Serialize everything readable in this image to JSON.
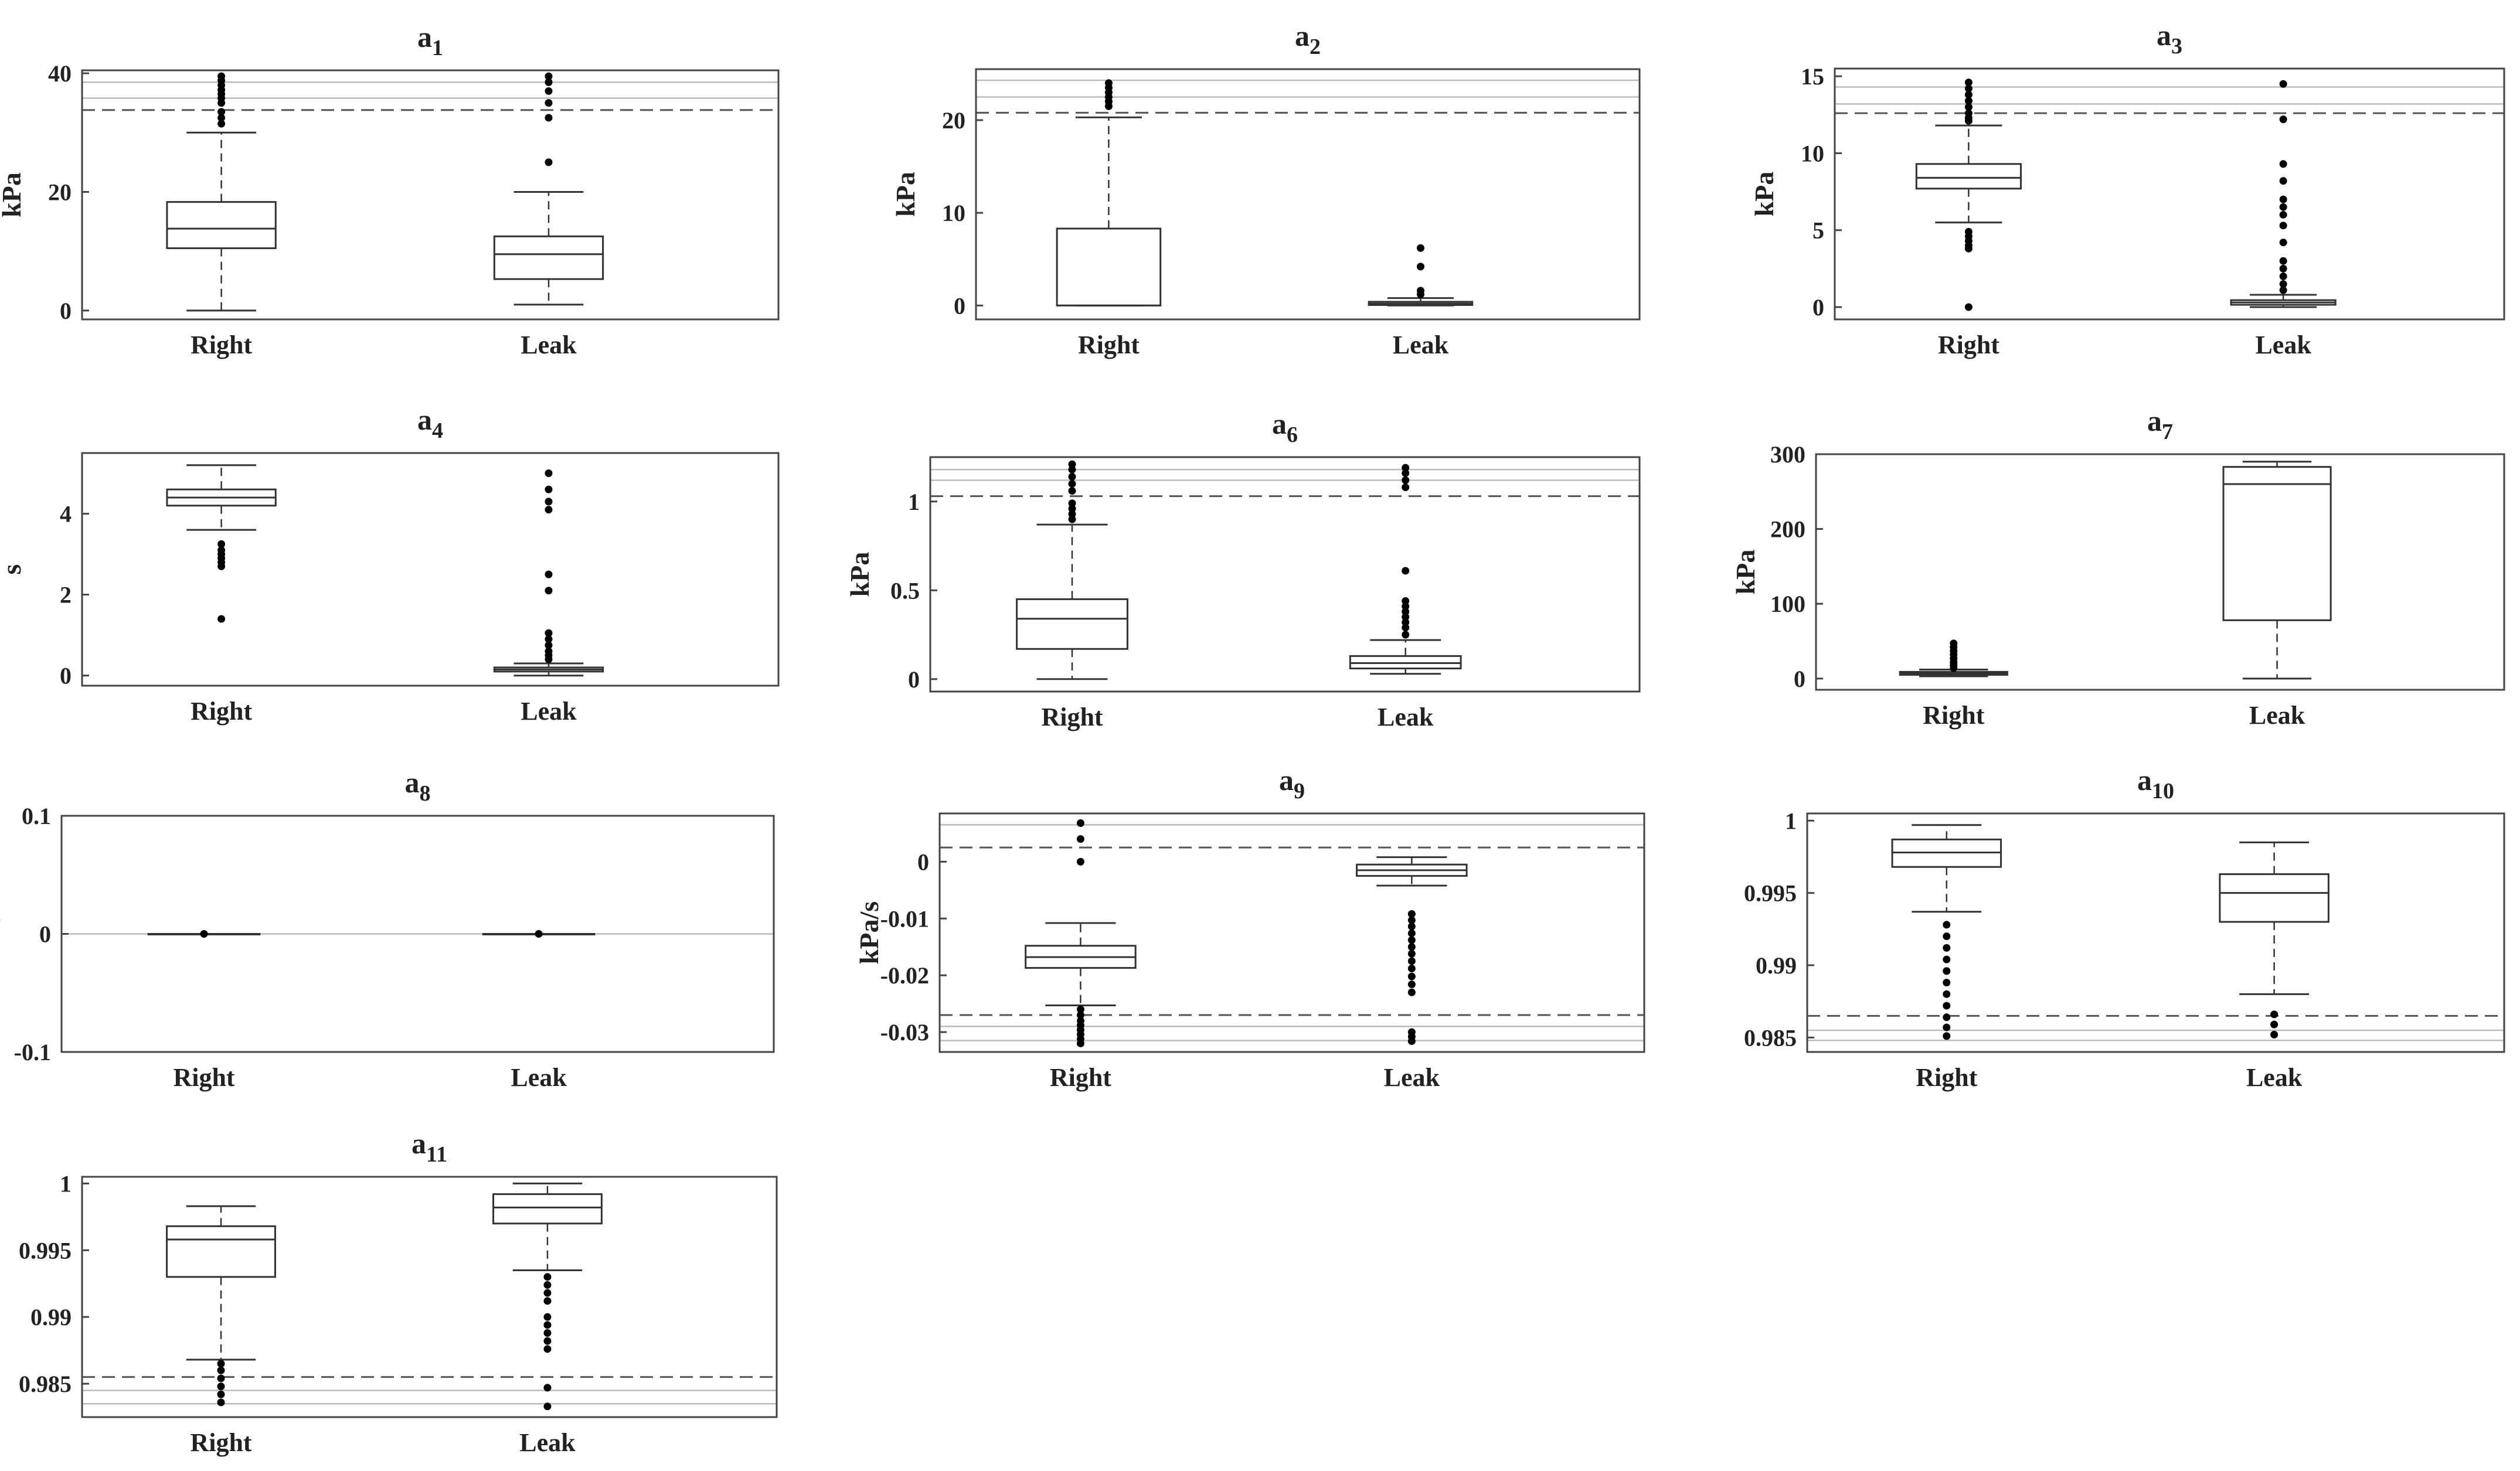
{
  "colors": {
    "frame": "#444444",
    "box": "#333333",
    "outlier": "#000000",
    "threshold": "#555555",
    "limit": "#bbbbbb"
  },
  "chart_data": [
    {
      "type": "box",
      "title_main": "a",
      "title_sub": "1",
      "ylabel": "kPa",
      "categories": [
        "Right",
        "Leak"
      ],
      "ylim": [
        -1.5,
        40.5
      ],
      "yticks": [
        0,
        20,
        40
      ],
      "ytick_labels": [
        "0",
        "20",
        "40"
      ],
      "threshold_lines": [
        33.8
      ],
      "limit_lines": [
        35.8,
        38.5
      ],
      "boxes": [
        {
          "q1": 10.5,
          "median": 13.8,
          "q3": 18.3,
          "whisker_low": 0,
          "whisker_high": 30,
          "outliers": [
            31.5,
            32.5,
            33.5,
            35,
            35.8,
            36.5,
            37.2,
            38,
            38.8,
            39.5
          ]
        },
        {
          "q1": 5.3,
          "median": 9.5,
          "q3": 12.5,
          "whisker_low": 1,
          "whisker_high": 20,
          "outliers": [
            25,
            32.5,
            35,
            37,
            38.5,
            39.5
          ]
        }
      ]
    },
    {
      "type": "box",
      "title_main": "a",
      "title_sub": "2",
      "ylabel": "kPa",
      "categories": [
        "Right",
        "Leak"
      ],
      "ylim": [
        -1.5,
        25.5
      ],
      "yticks": [
        0,
        10,
        20
      ],
      "ytick_labels": [
        "0",
        "10",
        "20"
      ],
      "threshold_lines": [
        20.8
      ],
      "limit_lines": [
        22.5,
        24.3
      ],
      "boxes": [
        {
          "q1": 0,
          "median": 0,
          "q3": 8.3,
          "whisker_low": 0,
          "whisker_high": 20.3,
          "outliers": [
            21.5,
            22,
            22.5,
            23,
            23.5,
            24
          ]
        },
        {
          "q1": 0.05,
          "median": 0.2,
          "q3": 0.4,
          "whisker_low": 0,
          "whisker_high": 0.8,
          "outliers": [
            1.2,
            1.6,
            4.2,
            6.2
          ]
        }
      ]
    },
    {
      "type": "box",
      "title_main": "a",
      "title_sub": "3",
      "ylabel": "kPa",
      "categories": [
        "Right",
        "Leak"
      ],
      "ylim": [
        -0.8,
        15.5
      ],
      "yticks": [
        0,
        5,
        10,
        15
      ],
      "ytick_labels": [
        "0",
        "5",
        "10",
        "15"
      ],
      "threshold_lines": [
        12.6
      ],
      "limit_lines": [
        13.2,
        14.3
      ],
      "boxes": [
        {
          "q1": 7.7,
          "median": 8.4,
          "q3": 9.3,
          "whisker_low": 5.5,
          "whisker_high": 11.8,
          "outliers": [
            0,
            3.8,
            4,
            4.3,
            4.6,
            4.9,
            12.1,
            12.3,
            12.6,
            13,
            13.4,
            13.8,
            14.2,
            14.6
          ]
        },
        {
          "q1": 0.15,
          "median": 0.3,
          "q3": 0.45,
          "whisker_low": 0,
          "whisker_high": 0.8,
          "outliers": [
            1.1,
            1.5,
            2,
            2.5,
            3,
            4.2,
            5.3,
            6,
            6.5,
            7,
            8.2,
            9.3,
            12.2,
            14.5
          ]
        }
      ]
    },
    {
      "type": "box",
      "title_main": "a",
      "title_sub": "4",
      "ylabel": "s",
      "categories": [
        "Right",
        "Leak"
      ],
      "ylim": [
        -0.25,
        5.5
      ],
      "yticks": [
        0,
        2,
        4
      ],
      "ytick_labels": [
        "0",
        "2",
        "4"
      ],
      "threshold_lines": [],
      "limit_lines": [],
      "boxes": [
        {
          "q1": 4.2,
          "median": 4.4,
          "q3": 4.6,
          "whisker_low": 3.6,
          "whisker_high": 5.2,
          "outliers": [
            1.4,
            2.7,
            2.8,
            2.9,
            3,
            3.1,
            3.25
          ]
        },
        {
          "q1": 0.1,
          "median": 0.15,
          "q3": 0.2,
          "whisker_low": 0,
          "whisker_high": 0.3,
          "outliers": [
            0.4,
            0.5,
            0.6,
            0.75,
            0.9,
            1.05,
            2.1,
            2.5,
            4.1,
            4.3,
            4.6,
            5
          ]
        }
      ]
    },
    {
      "type": "box",
      "title_main": "a",
      "title_sub": "6",
      "ylabel": "kPa",
      "categories": [
        "Right",
        "Leak"
      ],
      "ylim": [
        -0.07,
        1.25
      ],
      "yticks": [
        0,
        0.5,
        1
      ],
      "ytick_labels": [
        "0",
        "0.5",
        "1"
      ],
      "threshold_lines": [
        1.03
      ],
      "limit_lines": [
        1.12,
        1.18
      ],
      "boxes": [
        {
          "q1": 0.17,
          "median": 0.34,
          "q3": 0.45,
          "whisker_low": 0,
          "whisker_high": 0.87,
          "outliers": [
            0.9,
            0.93,
            0.96,
            0.99,
            1.06,
            1.1,
            1.14,
            1.18,
            1.21
          ]
        },
        {
          "q1": 0.06,
          "median": 0.09,
          "q3": 0.13,
          "whisker_low": 0.03,
          "whisker_high": 0.22,
          "outliers": [
            0.25,
            0.29,
            0.32,
            0.35,
            0.38,
            0.41,
            0.44,
            0.61,
            1.08,
            1.12,
            1.16,
            1.19
          ]
        }
      ]
    },
    {
      "type": "box",
      "title_main": "a",
      "title_sub": "7",
      "ylabel": "kPa",
      "categories": [
        "Right",
        "Leak"
      ],
      "ylim": [
        -15,
        300
      ],
      "yticks": [
        0,
        100,
        200,
        300
      ],
      "ytick_labels": [
        "0",
        "100",
        "200",
        "300"
      ],
      "threshold_lines": [],
      "limit_lines": [],
      "boxes": [
        {
          "q1": 5,
          "median": 7,
          "q3": 9,
          "whisker_low": 3,
          "whisker_high": 12,
          "outliers": [
            14,
            18,
            22,
            27,
            32,
            37,
            42,
            47
          ]
        },
        {
          "q1": 78,
          "median": 260,
          "q3": 283,
          "whisker_low": 0,
          "whisker_high": 290,
          "outliers": []
        }
      ]
    },
    {
      "type": "box",
      "title_main": "a",
      "title_sub": "8",
      "ylabel": "kPa",
      "categories": [
        "Right",
        "Leak"
      ],
      "ylim": [
        -0.1,
        0.1
      ],
      "yticks": [
        -0.1,
        0,
        0.1
      ],
      "ytick_labels": [
        "-0.1",
        "0",
        "0.1"
      ],
      "threshold_lines": [],
      "limit_lines": [
        0
      ],
      "boxes": [
        {
          "q1": 0,
          "median": 0,
          "q3": 0,
          "whisker_low": 0,
          "whisker_high": 0,
          "outliers": [
            0
          ]
        },
        {
          "q1": 0,
          "median": 0,
          "q3": 0,
          "whisker_low": 0,
          "whisker_high": 0,
          "outliers": [
            0
          ]
        }
      ]
    },
    {
      "type": "box",
      "title_main": "a",
      "title_sub": "9",
      "ylabel": "kPa/s",
      "categories": [
        "Right",
        "Leak"
      ],
      "ylim": [
        -0.0335,
        0.0085
      ],
      "yticks": [
        0,
        -0.01,
        -0.02,
        -0.03
      ],
      "ytick_labels": [
        "0",
        "-0.01",
        "-0.02",
        "-0.03"
      ],
      "threshold_lines": [
        0.0025,
        -0.027
      ],
      "limit_lines": [
        0.0065,
        -0.029,
        -0.0315
      ],
      "boxes": [
        {
          "q1": -0.0187,
          "median": -0.0168,
          "q3": -0.0148,
          "whisker_low": -0.0253,
          "whisker_high": -0.0108,
          "outliers": [
            -0.026,
            -0.027,
            -0.028,
            -0.0288,
            -0.0296,
            -0.0304,
            -0.0312,
            -0.032,
            0,
            0.004,
            0.0068
          ]
        },
        {
          "q1": -0.0025,
          "median": -0.0015,
          "q3": -0.0005,
          "whisker_low": -0.0042,
          "whisker_high": 0.0008,
          "outliers": [
            -0.0092,
            -0.0103,
            -0.0114,
            -0.0126,
            -0.0138,
            -0.015,
            -0.0162,
            -0.0175,
            -0.0188,
            -0.0202,
            -0.0216,
            -0.023,
            -0.03,
            -0.0308,
            -0.0316
          ]
        }
      ]
    },
    {
      "type": "box",
      "title_main": "a",
      "title_sub": "10",
      "ylabel": "",
      "categories": [
        "Right",
        "Leak"
      ],
      "ylim": [
        0.984,
        1.0005
      ],
      "yticks": [
        1,
        0.995,
        0.99,
        0.985
      ],
      "ytick_labels": [
        "1",
        "0.995",
        "0.99",
        "0.985"
      ],
      "threshold_lines": [
        0.9865
      ],
      "limit_lines": [
        0.9855,
        0.9848
      ],
      "boxes": [
        {
          "q1": 0.9968,
          "median": 0.9978,
          "q3": 0.9987,
          "whisker_low": 0.9937,
          "whisker_high": 0.9997,
          "outliers": [
            0.9928,
            0.992,
            0.9912,
            0.9904,
            0.9896,
            0.9888,
            0.988,
            0.9872,
            0.9864,
            0.9857,
            0.9851
          ]
        },
        {
          "q1": 0.993,
          "median": 0.995,
          "q3": 0.9963,
          "whisker_low": 0.988,
          "whisker_high": 0.9985,
          "outliers": [
            0.9866,
            0.9859,
            0.9852
          ]
        }
      ]
    },
    {
      "type": "box",
      "title_main": "a",
      "title_sub": "11",
      "ylabel": "",
      "categories": [
        "Right",
        "Leak"
      ],
      "ylim": [
        0.9825,
        1.0005
      ],
      "yticks": [
        1,
        0.995,
        0.99,
        0.985
      ],
      "ytick_labels": [
        "1",
        "0.995",
        "0.99",
        "0.985"
      ],
      "threshold_lines": [
        0.9855
      ],
      "limit_lines": [
        0.9845,
        0.9835
      ],
      "boxes": [
        {
          "q1": 0.993,
          "median": 0.9958,
          "q3": 0.9968,
          "whisker_low": 0.9868,
          "whisker_high": 0.9983,
          "outliers": [
            0.9865,
            0.986,
            0.9854,
            0.9848,
            0.9842,
            0.9836
          ]
        },
        {
          "q1": 0.997,
          "median": 0.9982,
          "q3": 0.9992,
          "whisker_low": 0.9935,
          "whisker_high": 1.0,
          "outliers": [
            0.993,
            0.9924,
            0.9918,
            0.9912,
            0.99,
            0.9894,
            0.9888,
            0.9882,
            0.9876,
            0.9847,
            0.9833
          ]
        }
      ]
    }
  ]
}
